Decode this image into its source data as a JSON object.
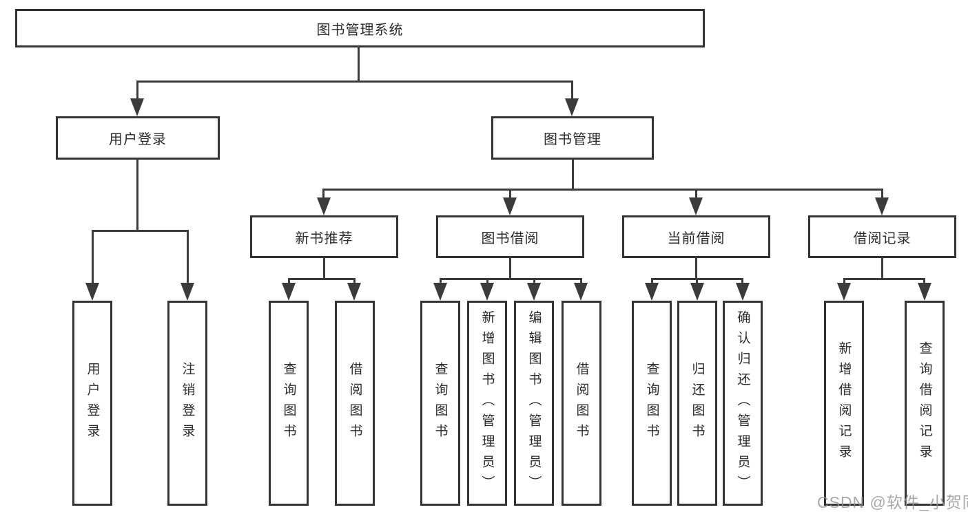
{
  "diagram": {
    "root": "图书管理系统",
    "branches": [
      {
        "label": "用户登录",
        "leaves": [
          "用户登录",
          "注销登录"
        ]
      },
      {
        "label": "图书管理",
        "sections": [
          {
            "label": "新书推荐",
            "leaves": [
              "查询图书",
              "借阅图书"
            ]
          },
          {
            "label": "图书借阅",
            "leaves": [
              "查询图书",
              "新增图书（管理员）",
              "编辑图书（管理员）",
              "借阅图书"
            ]
          },
          {
            "label": "当前借阅",
            "leaves": [
              "查询图书",
              "归还图书",
              "确认归还（管理员）"
            ]
          },
          {
            "label": "借阅记录",
            "leaves": [
              "新增借阅记录",
              "查询借阅记录"
            ]
          }
        ]
      }
    ],
    "watermark": "CSDN @软件_小贺同学",
    "colors": {
      "line": "#3b3b3b",
      "box_border": "#333333",
      "text": "#2b2b2b",
      "watermark": "#949494",
      "background": "#ffffff"
    }
  }
}
